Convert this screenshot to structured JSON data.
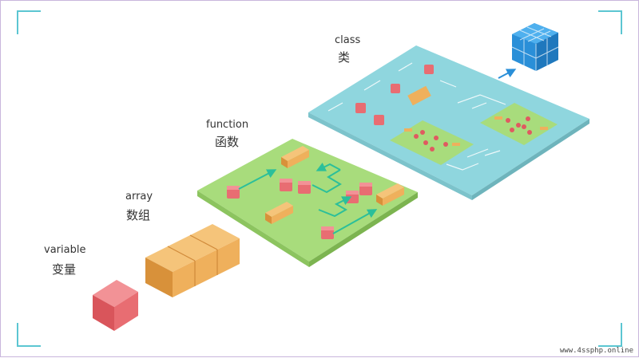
{
  "labels": {
    "variable": {
      "en": "variable",
      "zh": "变量"
    },
    "array": {
      "en": "array",
      "zh": "数组"
    },
    "function": {
      "en": "function",
      "zh": "函数"
    },
    "class": {
      "en": "class",
      "zh": "类"
    }
  },
  "watermark": "www.4ssphp.online",
  "colors": {
    "cube_red": "#e86d72",
    "array_orange": "#efb05c",
    "function_green": "#a8dc7c",
    "class_teal": "#8fd6de",
    "object_blue": "#2a8fd8",
    "corner_accent": "#5cc6d2"
  }
}
